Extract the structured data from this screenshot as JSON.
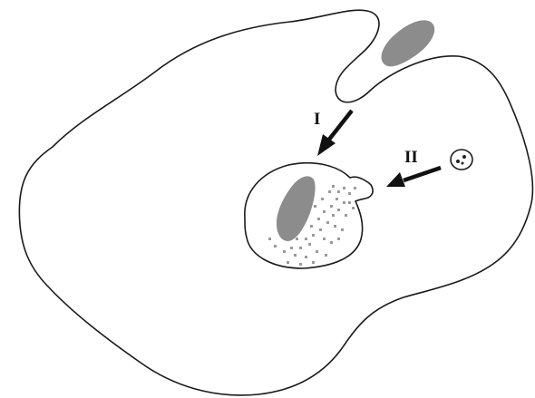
{
  "labels": {
    "pathway_one": "I",
    "pathway_two": "II"
  },
  "colors": {
    "outline": "#1a1a1a",
    "gray_fill": "#8c8c8c",
    "arrow": "#111111",
    "granule": "#9a9a9a"
  },
  "icons": {
    "arrow_one": "arrow-down-left",
    "arrow_two": "arrow-left"
  }
}
